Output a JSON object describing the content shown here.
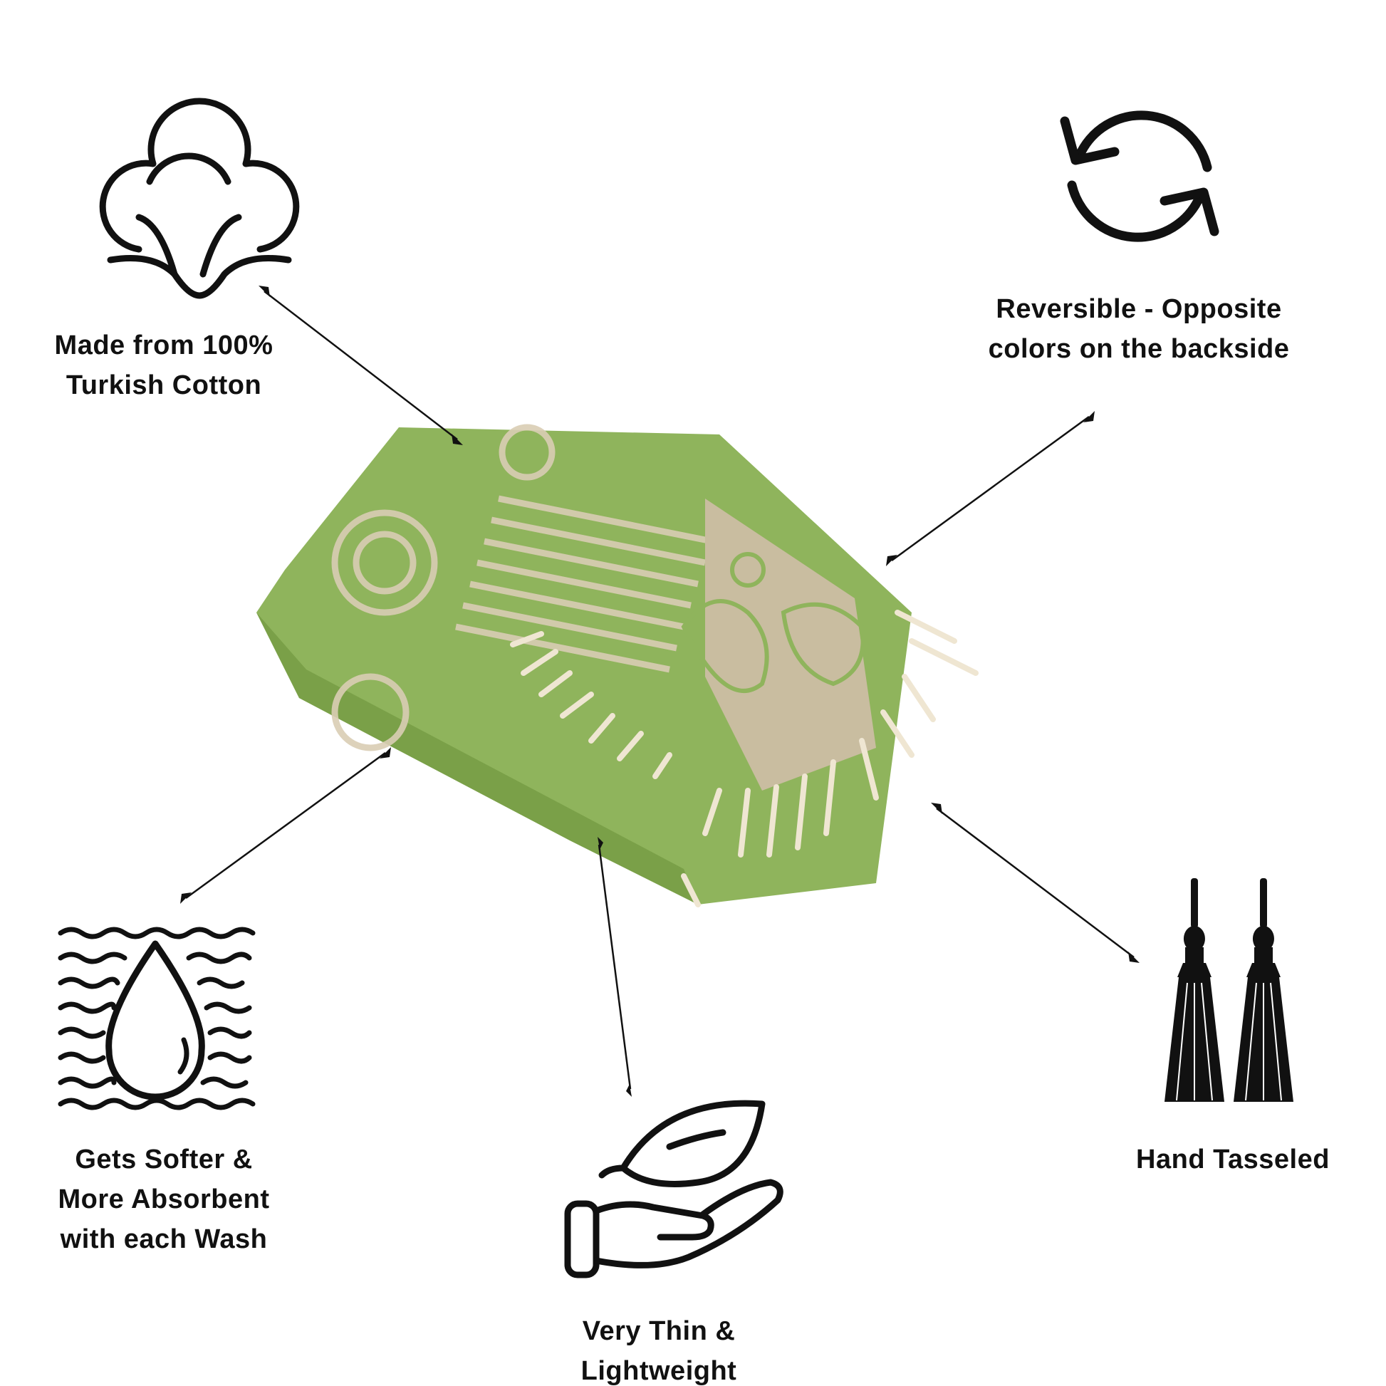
{
  "features": [
    {
      "id": "cotton",
      "icon": "cotton-flower-icon",
      "lines": [
        "Made from 100%",
        "Turkish Cotton"
      ]
    },
    {
      "id": "reversible",
      "icon": "reverse-arrows-icon",
      "lines": [
        "Reversible - Opposite",
        "colors on the backside"
      ]
    },
    {
      "id": "absorbent",
      "icon": "water-drop-waves-icon",
      "lines": [
        "Gets Softer &",
        "More Absorbent",
        "with each Wash"
      ]
    },
    {
      "id": "lightweight",
      "icon": "feather-hand-icon",
      "lines": [
        "Very Thin &",
        "Lightweight"
      ]
    },
    {
      "id": "tasseled",
      "icon": "tassels-icon",
      "lines": [
        "Hand Tasseled"
      ]
    }
  ],
  "colors": {
    "towel_green": "#8fb45c",
    "towel_beige": "#d9cdb4",
    "fringe": "#efe6d2",
    "ink": "#111111"
  }
}
